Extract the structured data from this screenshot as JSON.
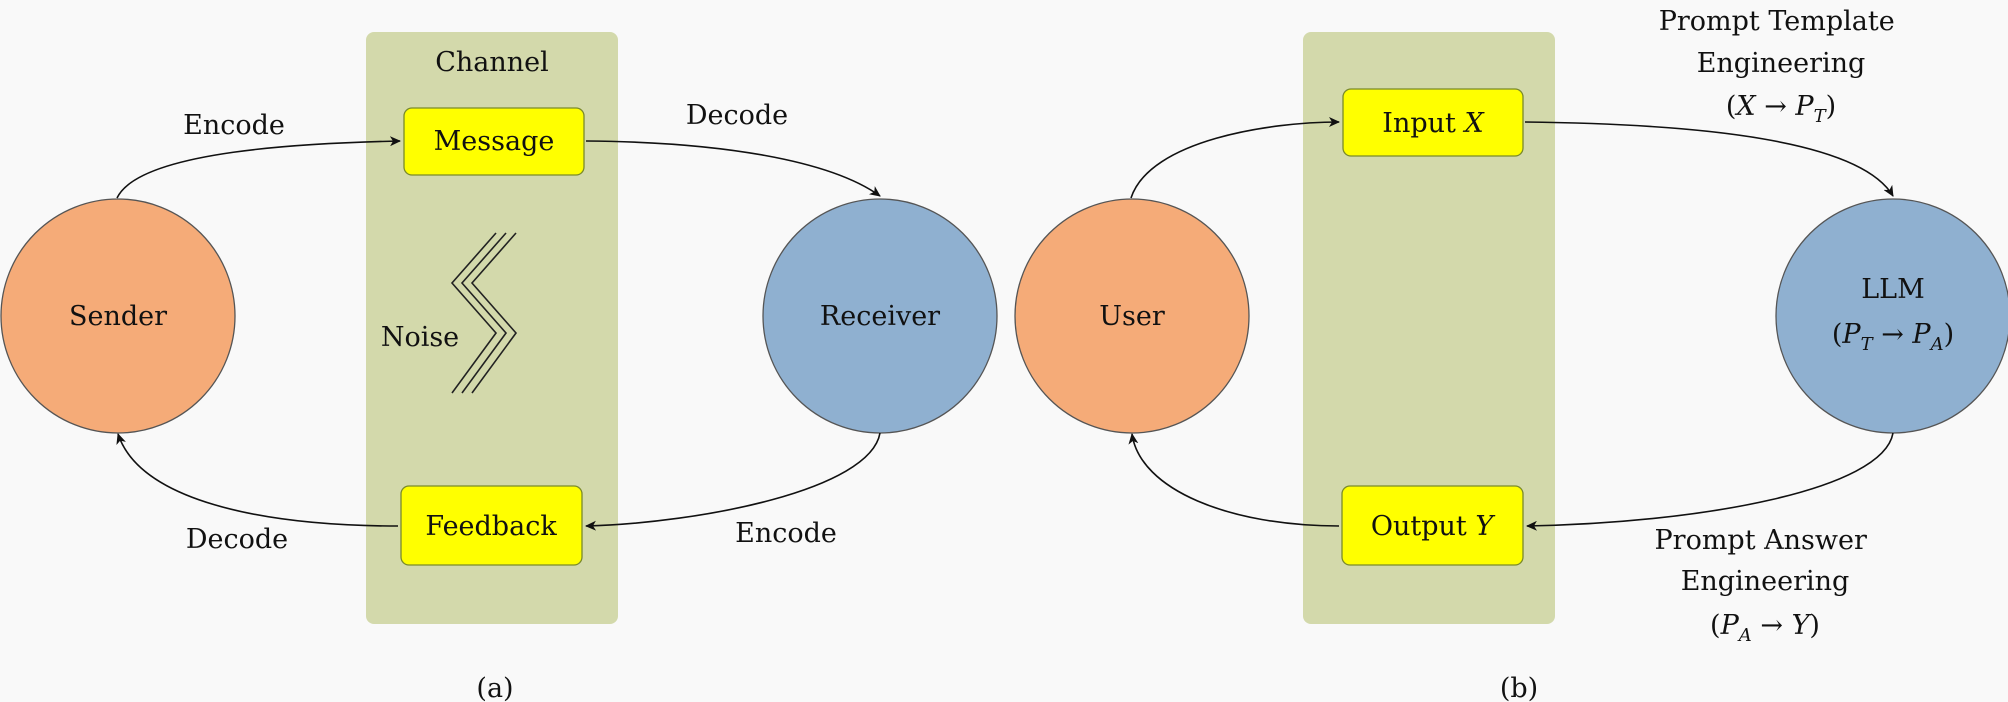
{
  "colors": {
    "channel_band": "#d3d9ab",
    "box_fill": "#ffff00",
    "box_stroke": "#7a8a2a",
    "sender_fill": "#f5ab78",
    "receiver_fill": "#8fb0d0",
    "background": "#f9f9f9"
  },
  "panel_a": {
    "channel_label": "Channel",
    "noise_label": "Noise",
    "message_box": "Message",
    "feedback_box": "Feedback",
    "sender": "Sender",
    "receiver": "Receiver",
    "edge_sender_to_message": "Encode",
    "edge_message_to_receiver": "Decode",
    "edge_receiver_to_feedback": "Encode",
    "edge_feedback_to_sender": "Decode",
    "caption": "(a)"
  },
  "panel_b": {
    "input_box": {
      "text": "Input ",
      "var": "X"
    },
    "output_box": {
      "text": "Output ",
      "var": "Y"
    },
    "user": "User",
    "llm": {
      "line1": "LLM",
      "line2": {
        "open": "(",
        "a": "P",
        "a_sub": "T",
        "arrow": " → ",
        "b": "P",
        "b_sub": "A",
        "close": ")"
      }
    },
    "prompt_template": {
      "line1": "Prompt Template",
      "line2": "Engineering",
      "line3": {
        "open": "(",
        "a": "X",
        "arrow": " → ",
        "b": "P",
        "b_sub": "T",
        "close": ")"
      }
    },
    "prompt_answer": {
      "line1": "Prompt Answer",
      "line2": "Engineering",
      "line3": {
        "open": "(",
        "a": "P",
        "a_sub": "A",
        "arrow": " → ",
        "b": "Y",
        "close": ")"
      }
    },
    "caption": "(b)"
  }
}
